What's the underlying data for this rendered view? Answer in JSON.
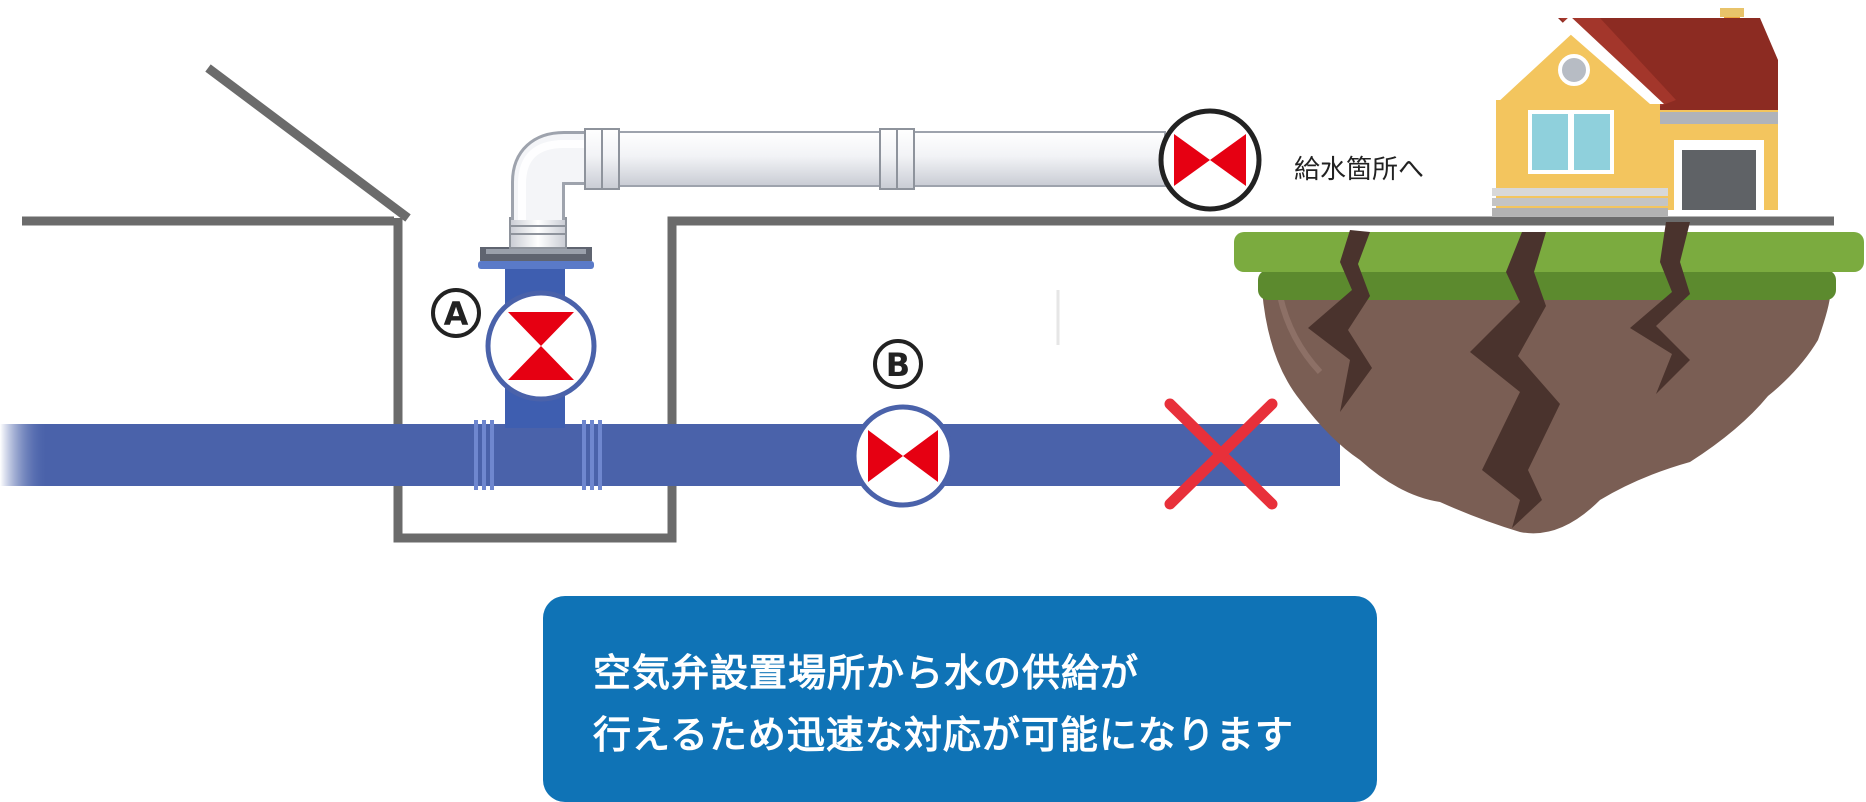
{
  "labels": {
    "valve_a": "A",
    "valve_b": "B",
    "supply_destination": "給水箇所へ"
  },
  "caption": {
    "line1": "空気弁設置場所から水の供給が",
    "line2": "行えるため迅速な対応が可能になります"
  },
  "colors": {
    "main_pipe": "#4a62aa",
    "riser_pipe": "#3e5eb0",
    "valve_red": "#e60012",
    "chamber_wall": "#6b6b6b",
    "grass": "#7bab3f",
    "soil": "#7a5e54",
    "caption_bg": "#0f73b6",
    "break_mark": "#e8303a"
  },
  "icons": {
    "valve": "gate-valve-icon",
    "break": "pipe-break-x-icon",
    "house": "house-icon",
    "crack": "earthquake-crack-icon"
  }
}
